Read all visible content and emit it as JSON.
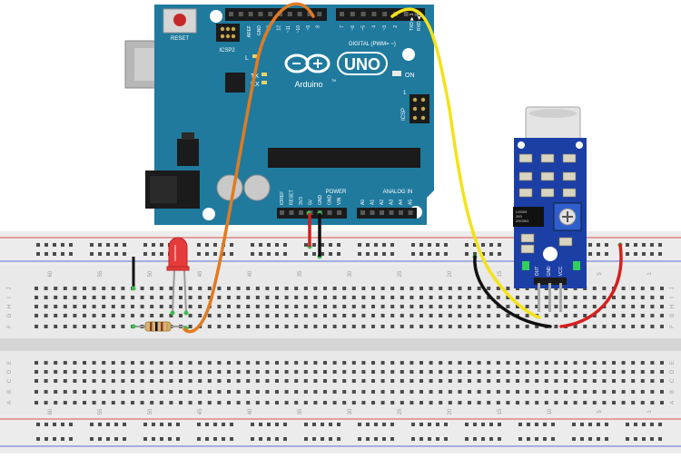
{
  "arduino": {
    "brand": "Arduino",
    "model": "UNO",
    "tm": "TM",
    "reset_label": "RESET",
    "icsp2_label": "ICSP2",
    "icsp_label": "ICSP",
    "on_label": "ON",
    "led_l": "L",
    "tx_label": "TX",
    "rx_label": "RX",
    "digital_label": "DIGITAL (PWM= ~)",
    "power_label": "POWER",
    "analog_label": "ANALOG IN",
    "txd_label": "TXD ▶ 1",
    "rxd_label": "RXD ◀ 0",
    "icsp_one": "1",
    "top_header_pins": [
      "AREF",
      "GND",
      "13",
      "12",
      "~11",
      "~10",
      "~9",
      "8"
    ],
    "top_header_pins2": [
      "7",
      "~6",
      "~5",
      "4",
      "~3",
      "2"
    ],
    "power_pins": [
      "IOREF",
      "RESET",
      "3V3",
      "5V",
      "GND",
      "GND",
      "VIN"
    ],
    "analog_pins": [
      "A0",
      "A1",
      "A2",
      "A3",
      "A4",
      "A5"
    ]
  },
  "sensor": {
    "pin_labels": [
      "OUT",
      "GND",
      "VCC"
    ],
    "ic_text": [
      "LM393",
      "393",
      "ZHONG"
    ]
  },
  "breadboard": {
    "column_numbers": [
      "60",
      "55",
      "50",
      "45",
      "40",
      "35",
      "30",
      "25",
      "20",
      "15",
      "10",
      "5",
      "1"
    ],
    "row_letters_top": [
      "J",
      "I",
      "H",
      "G",
      "F"
    ],
    "row_letters_bottom": [
      "E",
      "D",
      "C",
      "B",
      "A"
    ]
  },
  "colors": {
    "board": "#1f7a9e",
    "wire_orange": "#e07b22",
    "wire_yellow": "#f3e21b",
    "wire_red": "#d42020",
    "wire_black": "#111111",
    "led": "#e53b3b",
    "sensor_pcb": "#1c3fa6"
  }
}
